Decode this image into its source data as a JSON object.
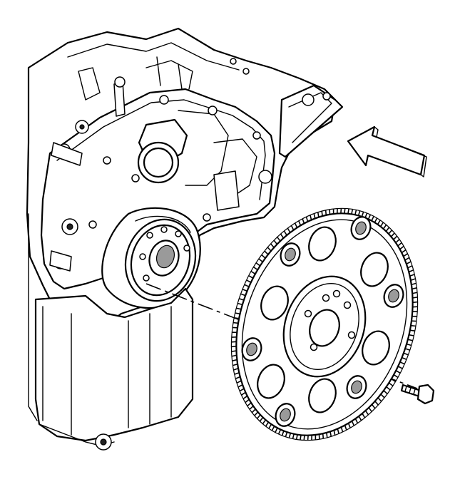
{
  "diagram": {
    "components": [
      {
        "id": "engine-block",
        "kind": "part"
      },
      {
        "id": "rear-main-seal-housing",
        "kind": "part"
      },
      {
        "id": "crankshaft-flange",
        "kind": "part"
      },
      {
        "id": "oil-pan",
        "kind": "part"
      },
      {
        "id": "flywheel-flexplate",
        "kind": "part"
      },
      {
        "id": "ring-gear",
        "kind": "part"
      },
      {
        "id": "flywheel-bolt",
        "kind": "fastener"
      },
      {
        "id": "direction-arrow",
        "kind": "indicator",
        "points": "front-of-engine"
      }
    ],
    "colors": {
      "line": "#000000",
      "background": "#ffffff",
      "shade": "#9a9a9a"
    }
  }
}
